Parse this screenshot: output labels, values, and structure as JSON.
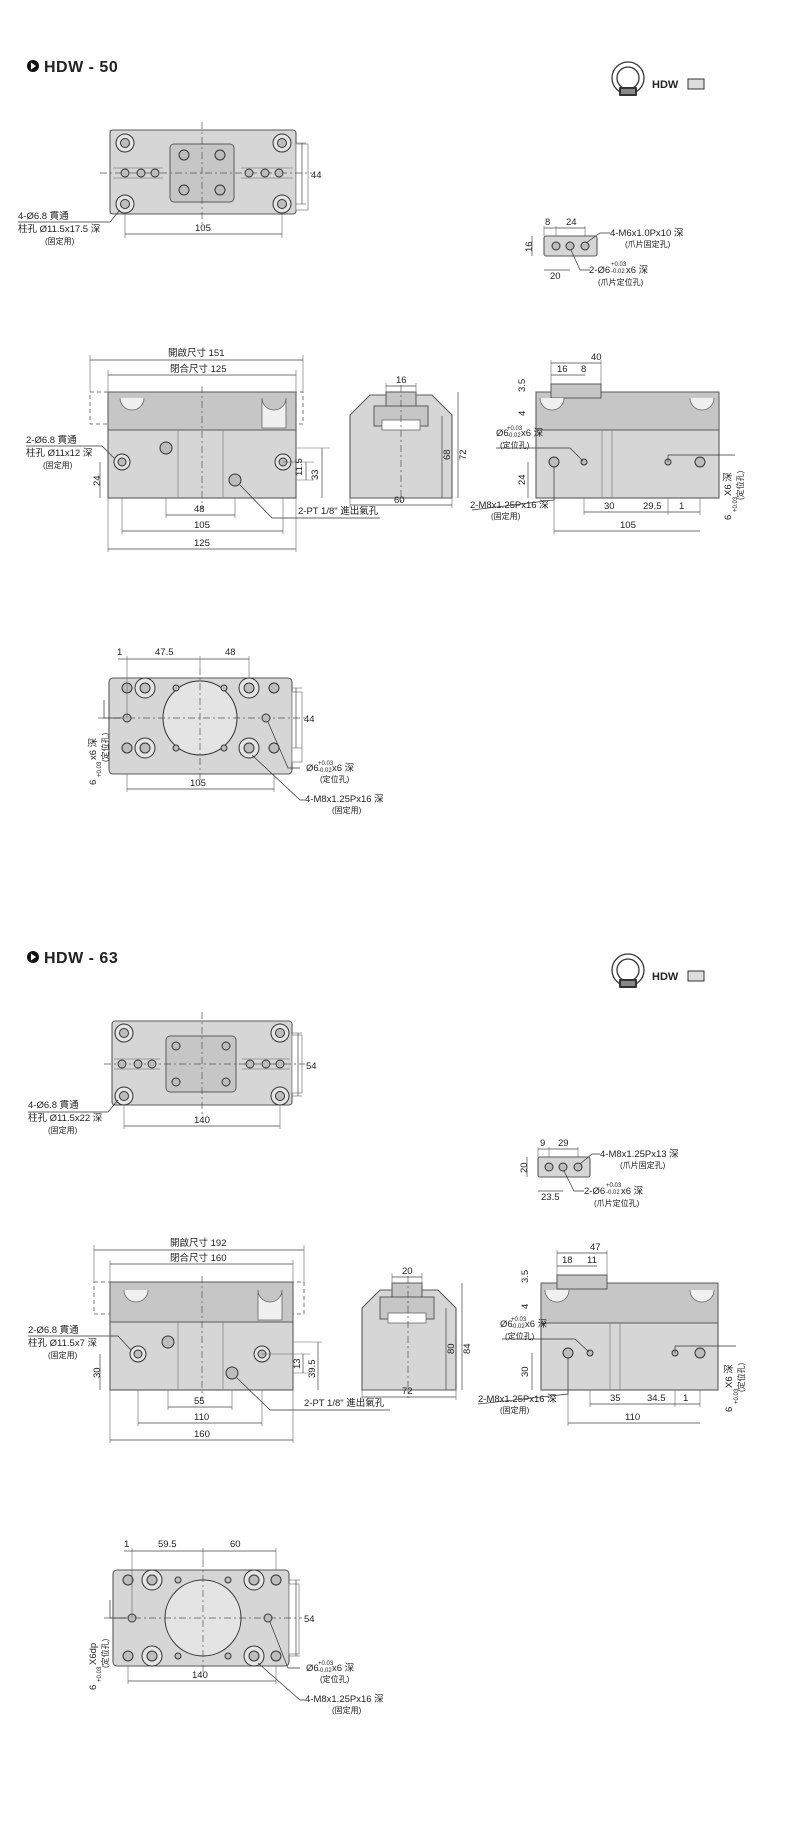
{
  "colors": {
    "body": "#d6d6d6",
    "hole": "#bdbdbd",
    "line": "#444444"
  },
  "hdw50": {
    "title": "HDW - 50",
    "badge": {
      "label": "HDW"
    },
    "top": {
      "dim_w": "105",
      "dim_h": "44",
      "note1": "4-Ø6.8 貫通",
      "note2": "柱孔 Ø11.5x17.5 深",
      "note3": "(固定用)"
    },
    "jaw": {
      "d1": "8",
      "d2": "24",
      "d3": "16",
      "d4": "20",
      "note1": "4-M6x1.0Px10 深",
      "note1b": "(爪片固定孔)",
      "note2": "2-Ø6",
      "tol": "+0.03",
      "tol2": "-0.02",
      "note2tail": "x6 深",
      "note2b": "(爪片定位孔)"
    },
    "front": {
      "open": "開啟尺寸 151",
      "close": "閉合尺寸 125",
      "note1": "2-Ø6.8 貫通",
      "note2": "柱孔 Ø11x12 深",
      "note3": "(固定用)",
      "d24": "24",
      "d48": "48",
      "d105": "105",
      "d125": "125",
      "d115": "11.5",
      "d33": "33",
      "port": "2-PT 1/8\" 進出氣孔"
    },
    "side": {
      "d16": "16",
      "d68": "68",
      "d72": "72",
      "d60": "60"
    },
    "rside": {
      "d40": "40",
      "d16": "16",
      "d8": "8",
      "d35": "3.5",
      "d4": "4",
      "d24": "24",
      "d30": "30",
      "d295": "29.5",
      "d1": "1",
      "d105": "105",
      "pin": "Ø6",
      "pintail": "x6 深",
      "pinb": "(定位孔)",
      "tap": "2-M8x1.25Px16 深",
      "tapb": "(固定用)",
      "vpin": "6",
      "vpintail": "X6 深",
      "vpinb": "(定位孔)"
    },
    "bottom": {
      "d1": "1",
      "d475": "47.5",
      "d48": "48",
      "d44": "44",
      "d105": "105",
      "pin": "Ø6",
      "pintail": "x6 深",
      "pinb": "(定位孔)",
      "tap": "4-M8x1.25Px16 深",
      "tapb": "(固定用)",
      "vpin": "6",
      "vpintail": "x6 深",
      "vpinb": "(定位孔)"
    }
  },
  "hdw63": {
    "title": "HDW - 63",
    "badge": {
      "label": "HDW"
    },
    "top": {
      "dim_w": "140",
      "dim_h": "54",
      "note1": "4-Ø6.8 貫通",
      "note2": "柱孔 Ø11.5x22 深",
      "note3": "(固定用)"
    },
    "jaw": {
      "d1": "9",
      "d2": "29",
      "d3": "20",
      "d4": "23.5",
      "note1": "4-M8x1.25Px13 深",
      "note1b": "(爪片固定孔)",
      "note2": "2-Ø6",
      "tol": "+0.03",
      "tol2": "-0.02",
      "note2tail": "x6 深",
      "note2b": "(爪片定位孔)"
    },
    "front": {
      "open": "開啟尺寸 192",
      "close": "閉合尺寸 160",
      "note1": "2-Ø6.8 貫通",
      "note2": "柱孔 Ø11.5x7 深",
      "note3": "(固定用)",
      "d30": "30",
      "d55": "55",
      "d110": "110",
      "d160": "160",
      "d13": "13",
      "d395": "39.5",
      "port": "2-PT 1/8\" 進出氣孔"
    },
    "side": {
      "d20": "20",
      "d80": "80",
      "d84": "84",
      "d72": "72"
    },
    "rside": {
      "d47": "47",
      "d18": "18",
      "d11": "11",
      "d35": "3.5",
      "d4": "4",
      "d30": "30",
      "d35b": "35",
      "d345": "34.5",
      "d1": "1",
      "d110": "110",
      "pin": "Ø6",
      "pintail": "x6 深",
      "pinb": "(定位孔)",
      "tap": "2-M8x1.25Px16 深",
      "tapb": "(固定用)",
      "vpin": "6",
      "vpintail": "X6 深",
      "vpinb": "(定位孔)"
    },
    "bottom": {
      "d1": "1",
      "d595": "59.5",
      "d60": "60",
      "d54": "54",
      "d140": "140",
      "pin": "Ø6",
      "pintail": "x6 深",
      "pinb": "(定位孔)",
      "tap": "4-M8x1.25Px16 深",
      "tapb": "(固定用)",
      "vpin": "6",
      "vpintail": "X6dp",
      "vpinb": "(定位孔)"
    }
  }
}
